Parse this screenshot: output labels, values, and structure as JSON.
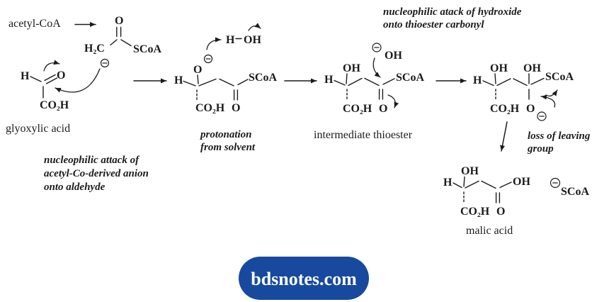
{
  "colors": {
    "ink": "#1b1b1b",
    "banner_bg": "#17499e",
    "banner_text": "#ffffff"
  },
  "banner": {
    "text": "bdsnotes.com"
  },
  "labels": {
    "acetyl_coa": "acetyl-CoA",
    "glyoxylic_acid": "glyoxylic acid",
    "intermediate_thioester": "intermediate thioester",
    "malic_acid": "malic acid"
  },
  "annotations": {
    "anion_attack": [
      "nucleophilic attack of",
      "acetyl-Co-derived anion",
      "onto aldehyde"
    ],
    "protonation": [
      "protonation",
      "from solvent"
    ],
    "hydroxide_attack": [
      "nucleophilic atack of hydroxide",
      "onto thioester carbonyl"
    ],
    "loss_of_leaving": [
      "loss of leaving",
      "group"
    ]
  },
  "atoms": {
    "O": "O",
    "H": "H",
    "OH": "OH",
    "H2C": "H₂C",
    "SCoA": "SCoA",
    "CO2H": "CO₂H"
  }
}
